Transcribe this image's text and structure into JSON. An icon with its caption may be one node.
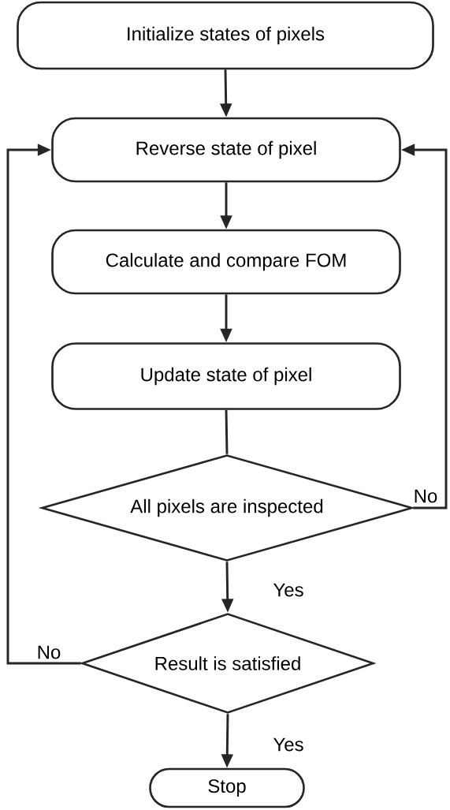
{
  "diagram": {
    "nodes": [
      {
        "text": [
          "Initialize states of pixels"
        ]
      },
      {
        "text": [
          "Reverse state of pixel"
        ]
      },
      {
        "text": [
          "Calculate and compare FOM"
        ]
      },
      {
        "text": [
          "Update state of pixel"
        ]
      },
      {
        "text": [
          "All pixels are inspected"
        ]
      },
      {
        "text": [
          "Result is satisfied"
        ]
      },
      {
        "text": [
          "Stop"
        ]
      }
    ],
    "edges": [
      {
        "from": 0,
        "to": 1,
        "arrow": "to"
      },
      {
        "from": 1,
        "to": 2,
        "arrow": "to"
      },
      {
        "from": 2,
        "to": 3,
        "arrow": "to"
      },
      {
        "from": 3,
        "to": 4,
        "arrow": "none"
      },
      {
        "from": 4,
        "to": 1,
        "arrow": "to",
        "label": "No"
      },
      {
        "from": 4,
        "to": 5,
        "arrow": "to",
        "label": "Yes"
      },
      {
        "from": 5,
        "to": 1,
        "arrow": "to",
        "label": "No"
      },
      {
        "from": 5,
        "to": 6,
        "arrow": "to",
        "label": "Yes"
      }
    ]
  }
}
